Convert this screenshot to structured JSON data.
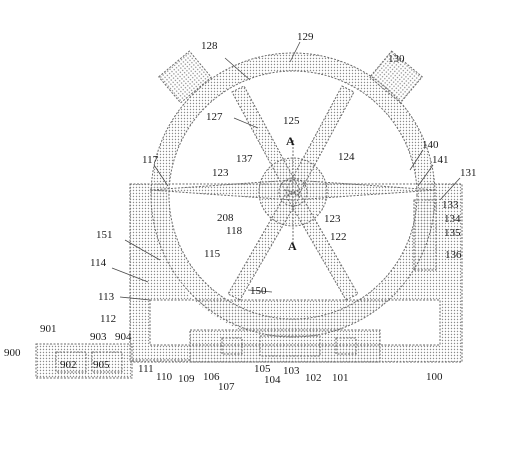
{
  "labels": {
    "l100": "100",
    "l101": "101",
    "l102": "102",
    "l103": "103",
    "l104": "104",
    "l105": "105",
    "l106": "106",
    "l107": "107",
    "l109": "109",
    "l110": "110",
    "l111": "111",
    "l112": "112",
    "l113": "113",
    "l114": "114",
    "l115": "115",
    "l117": "117",
    "l118": "118",
    "l122": "122",
    "l123a": "123",
    "l123b": "123",
    "l124": "124",
    "l125": "125",
    "l127": "127",
    "l128": "128",
    "l129": "129",
    "l130": "130",
    "l131": "131",
    "l133": "133",
    "l134": "134",
    "l135": "135",
    "l136": "136",
    "l137": "137",
    "l140": "140",
    "l141": "141",
    "l150": "150",
    "l151": "151",
    "l208": "208",
    "l900": "900",
    "l901": "901",
    "l902": "902",
    "l903": "903",
    "l904": "904",
    "l905": "905",
    "sectionA1": "A",
    "sectionA2": "A"
  }
}
